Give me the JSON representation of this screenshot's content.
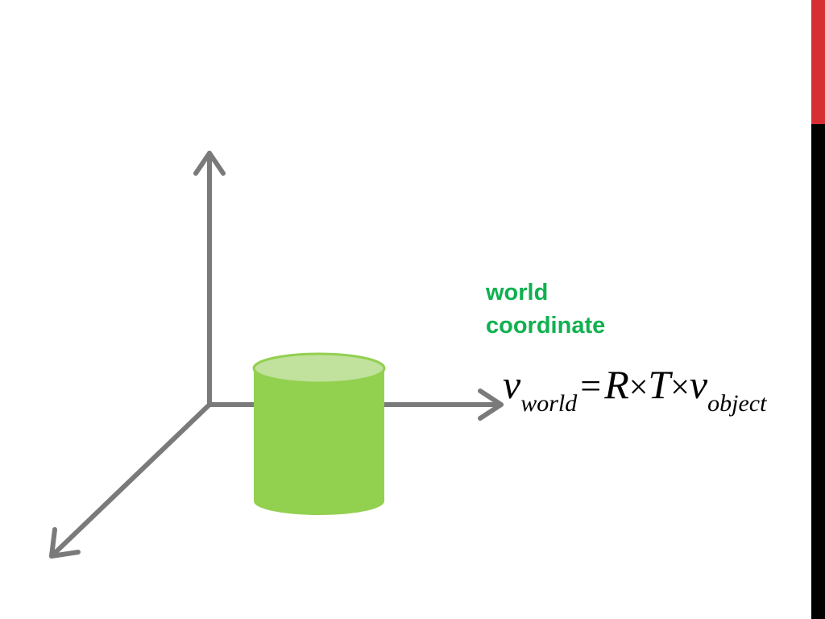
{
  "colors": {
    "axis": "#7a7a7a",
    "cylinder_body": "#92d050",
    "cylinder_top": "#c0e29c",
    "label": "#10b050",
    "accent_red": "#d62e32",
    "accent_black": "#000000"
  },
  "label": {
    "line1": "world",
    "line2": "coordinate"
  },
  "formula": {
    "lhs": "v",
    "lhs_sub": "world",
    "equals": "=",
    "r": "R",
    "times1": "×",
    "t": "T",
    "times2": "×",
    "rhs": "v",
    "rhs_sub": "object"
  }
}
